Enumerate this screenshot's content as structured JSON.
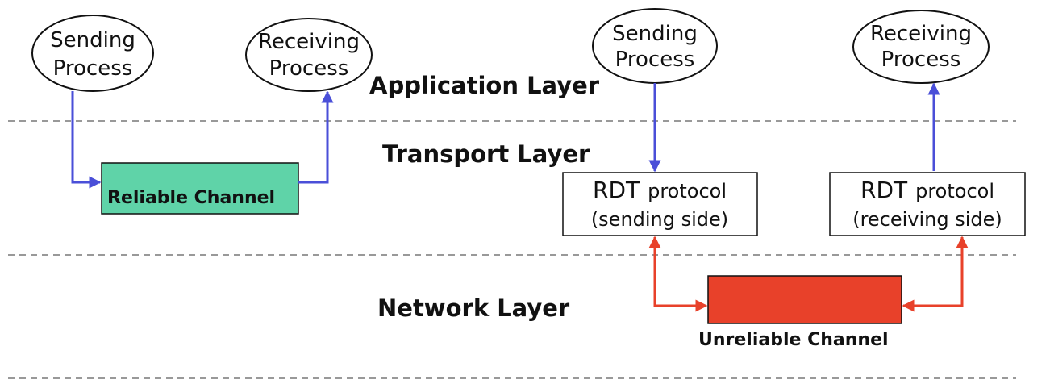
{
  "layers": {
    "application": "Application Layer",
    "transport": "Transport Layer",
    "network": "Network Layer"
  },
  "left": {
    "sender": {
      "line1": "Sending",
      "line2": "Process"
    },
    "receiver": {
      "line1": "Receiving",
      "line2": "Process"
    },
    "channel_label": "Reliable Channel"
  },
  "right": {
    "sender": {
      "line1": "Sending",
      "line2": "Process"
    },
    "receiver": {
      "line1": "Receiving",
      "line2": "Process"
    },
    "rdt_send": {
      "prefix": "RDT",
      "word": "protocol",
      "line2": "(sending side)"
    },
    "rdt_recv": {
      "prefix": "RDT",
      "word": "protocol",
      "line2": "(receiving side)"
    },
    "channel_label": "Unreliable Channel"
  },
  "colors": {
    "blue_arrow": "#4a4fd8",
    "red_arrow": "#e8412a",
    "reliable_fill": "#5fd3a8",
    "unreliable_fill": "#e8412a",
    "dash_line": "#999999"
  }
}
